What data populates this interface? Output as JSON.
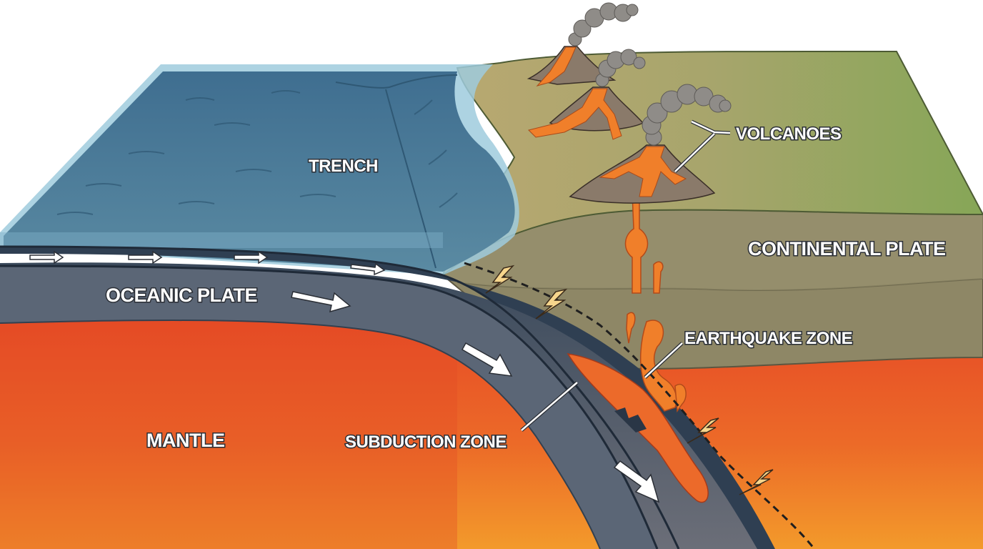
{
  "diagram": {
    "labels": {
      "trench": "TRENCH",
      "volcanoes": "VOLCANOES",
      "continental_plate": "CONTINENTAL PLATE",
      "oceanic_plate": "OCEANIC PLATE",
      "earthquake_zone": "EARTHQUAKE ZONE",
      "mantle": "MANTLE",
      "subduction_zone": "SUBDUCTION ZONE"
    },
    "colors": {
      "ocean": "#4f7d99",
      "ocean_surface": "#9ccbe0",
      "oceanic_plate": "#3c4f62",
      "mantle_top": "#e8522a",
      "mantle_bottom": "#f2942a",
      "land_green": "#8fa85a",
      "land_tan": "#a89a6a",
      "crust": "#8c8464",
      "lava": "#f07f2a",
      "smoke": "#8f8c88"
    }
  }
}
